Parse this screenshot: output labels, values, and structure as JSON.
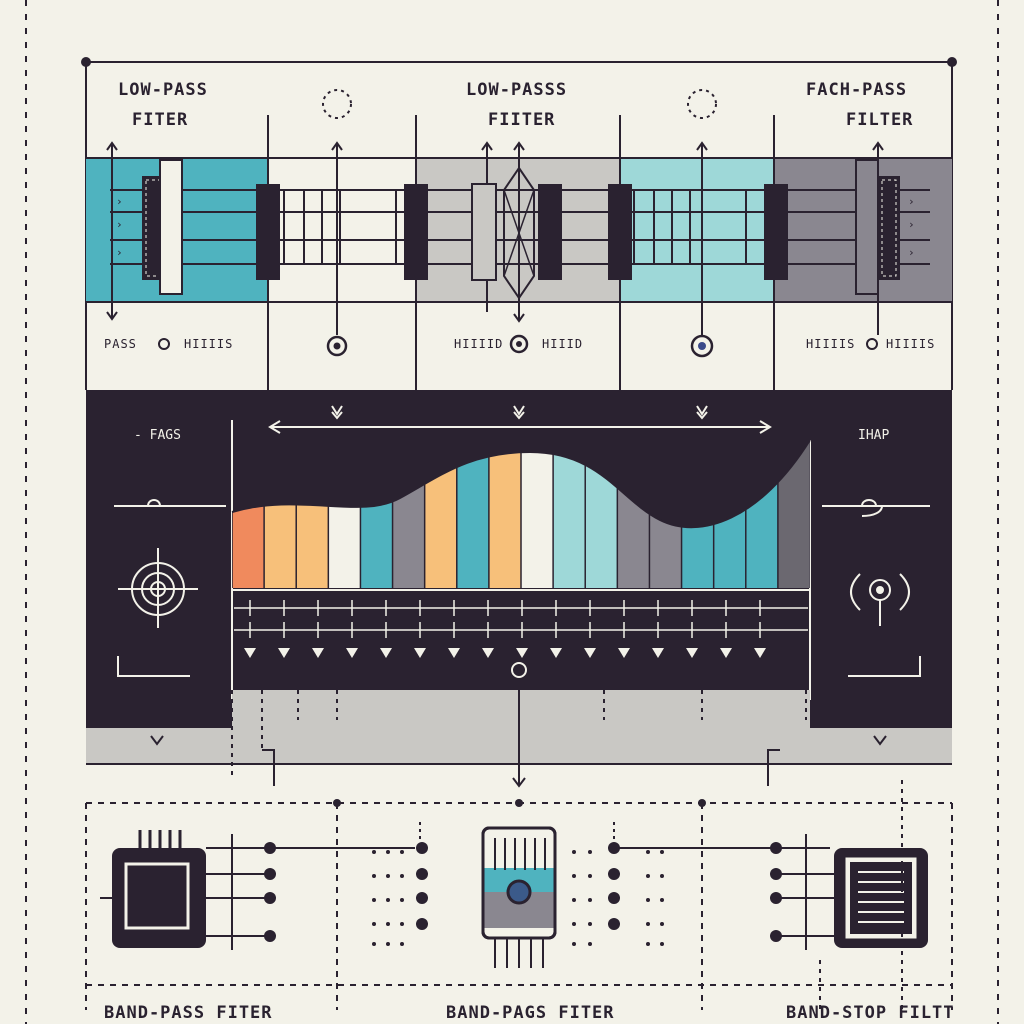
{
  "top_panel": {
    "filters": [
      {
        "title_line1": "LOW-PASS",
        "title_line2": "FITER"
      },
      {
        "title_line1": "LOW-PASSS",
        "title_line2": "FIITER"
      },
      {
        "title_line1": "FACH-PASS",
        "title_line2": "FILTER"
      }
    ],
    "io_labels": [
      {
        "left": "PASS",
        "right": "HIIIIS"
      },
      {
        "left": "HIIIID",
        "right": "HIIID"
      },
      {
        "left": "HIIIIS",
        "right": "HIIIIS"
      }
    ]
  },
  "middle_panel": {
    "left_label": "- FAGS",
    "right_label": "IHAP",
    "spectrum_colors": [
      "#f08a5d",
      "#f7c07a",
      "#f7c07a",
      "#f3f2e9",
      "#4fb3bf",
      "#8a8790",
      "#f7c07a",
      "#4fb3bf",
      "#f7c07a",
      "#f3f2e9",
      "#9ed8d8",
      "#9ed8d8",
      "#8a8790",
      "#8a8790",
      "#4fb3bf",
      "#4fb3bf",
      "#4fb3bf",
      "#6b6870"
    ]
  },
  "bottom_panel": {
    "labels": [
      "BAND-PASS FITER",
      "BAND-PAGS FITER",
      "BAND-STOP FILTT"
    ]
  },
  "colors": {
    "background": "#f3f2e9",
    "ink": "#2a2230",
    "teal": "#4fb3bf",
    "light_teal": "#9ed8d8",
    "gray": "#c9c8c4",
    "dark_gray": "#8a8790",
    "orange": "#f08a5d",
    "peach": "#f7c07a"
  }
}
